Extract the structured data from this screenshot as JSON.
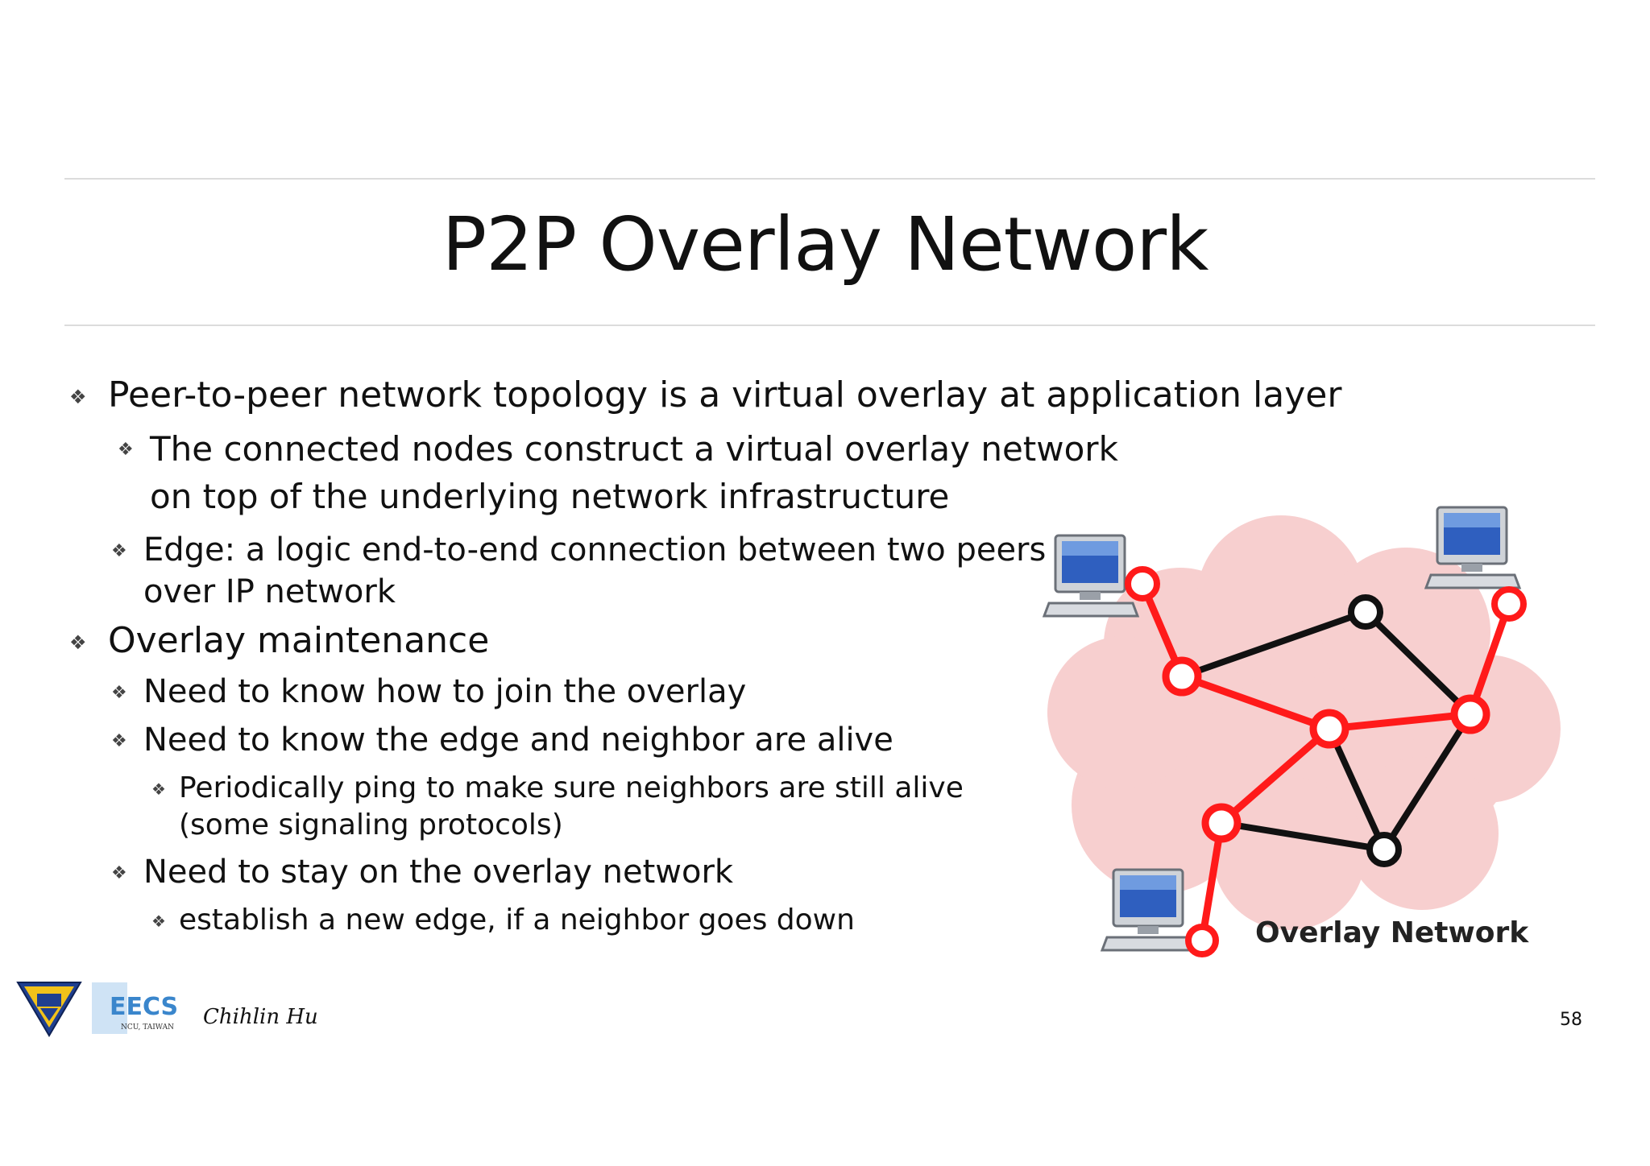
{
  "slide": {
    "title": "P2P Overlay Network",
    "bullets": {
      "b1": "Peer-to-peer network topology is a virtual overlay at application layer",
      "b1_1_line1": "The connected nodes construct a virtual overlay network",
      "b1_1_line2": "on top of the underlying network infrastructure",
      "b1_2_line1": "Edge: a logic end-to-end connection between two peers",
      "b1_2_line2": "over IP network",
      "b2": "Overlay maintenance",
      "b2_1": "Need to know how to join the overlay",
      "b2_2": "Need to know the edge and neighbor are alive",
      "b2_2_1_line1": "Periodically ping to make sure neighbors are still alive",
      "b2_2_1_line2": "(some signaling protocols)",
      "b2_3": "Need to stay on the overlay network",
      "b2_3_1": "establish a new edge, if a neighbor goes down"
    },
    "diagram": {
      "label": "Overlay Network",
      "cloud_color": "#f6c7c7",
      "edge_red": "#ff1a1a",
      "edge_black": "#111111"
    },
    "footer": {
      "author": "Chihlin Hu",
      "page_number": "58",
      "eecs_logo_text": "EECS",
      "eecs_logo_subtext": "NCU, TAIWAN"
    }
  }
}
